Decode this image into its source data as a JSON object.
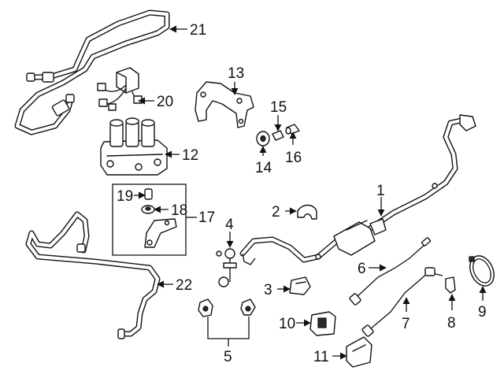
{
  "callouts": {
    "c1": "1",
    "c2": "2",
    "c3": "3",
    "c4": "4",
    "c5": "5",
    "c6": "6",
    "c7": "7",
    "c8": "8",
    "c9": "9",
    "c10": "10",
    "c11": "11",
    "c12": "12",
    "c13": "13",
    "c14": "14",
    "c15": "15",
    "c16": "16",
    "c17": "17",
    "c18": "18",
    "c19": "19",
    "c20": "20",
    "c21": "21",
    "c22": "22"
  },
  "colors": {
    "line": "#111111",
    "background": "#ffffff",
    "metal": "#bdbdbd"
  }
}
